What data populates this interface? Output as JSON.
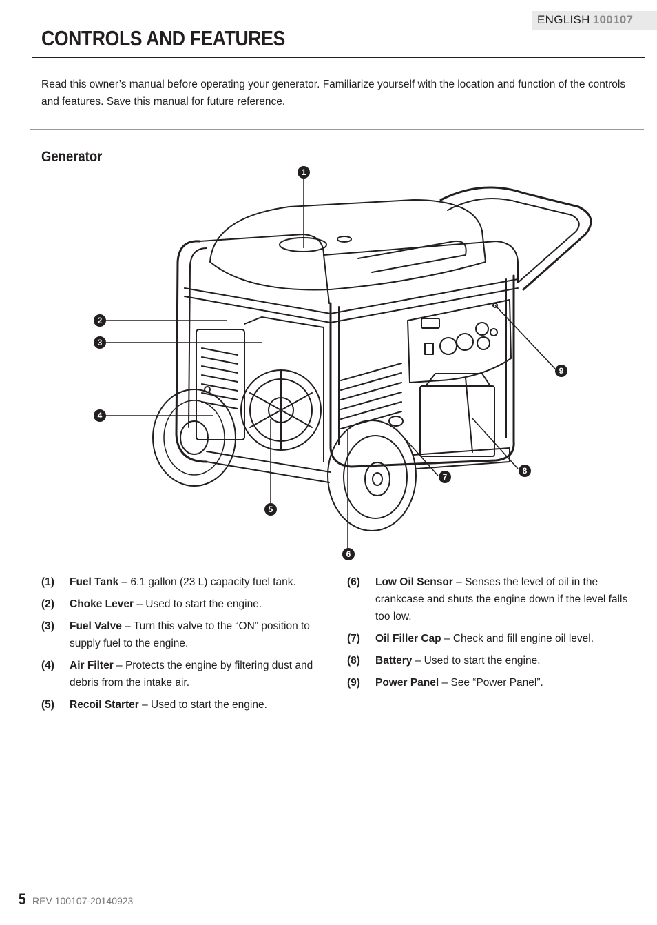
{
  "header": {
    "language": "ENGLISH",
    "doc_code": "100107"
  },
  "page_title": "CONTROLS AND FEATURES",
  "intro": "Read this owner’s manual before operating your generator. Familiarize yourself with the location and function of the controls and features. Save this manual for future reference.",
  "section_title": "Generator",
  "callouts": [
    "1",
    "2",
    "3",
    "4",
    "5",
    "6",
    "7",
    "8",
    "9"
  ],
  "features_left": [
    {
      "num": "(1)",
      "term": "Fuel Tank",
      "desc": " – 6.1 gallon (23 L) capacity fuel tank."
    },
    {
      "num": "(2)",
      "term": "Choke Lever",
      "desc": " – Used to start the engine."
    },
    {
      "num": "(3)",
      "term": "Fuel Valve",
      "desc": " – Turn this valve to the “ON” position to supply fuel to the engine."
    },
    {
      "num": "(4)",
      "term": "Air Filter",
      "desc": " – Protects the engine by filtering dust and debris from the intake air."
    },
    {
      "num": "(5)",
      "term": "Recoil Starter",
      "desc": " – Used to start the engine."
    }
  ],
  "features_right": [
    {
      "num": "(6)",
      "term": "Low Oil Sensor",
      "desc": " – Senses the level of oil in the crankcase and shuts the engine down if the level falls too low."
    },
    {
      "num": "(7)",
      "term": "Oil Filler Cap",
      "desc": " – Check and fill engine oil level."
    },
    {
      "num": "(8)",
      "term": "Battery",
      "desc": " – Used to start the engine."
    },
    {
      "num": "(9)",
      "term": "Power Panel",
      "desc": " – See “Power Panel”."
    }
  ],
  "footer": {
    "page_number": "5",
    "revision": "REV 100107-20140923"
  }
}
